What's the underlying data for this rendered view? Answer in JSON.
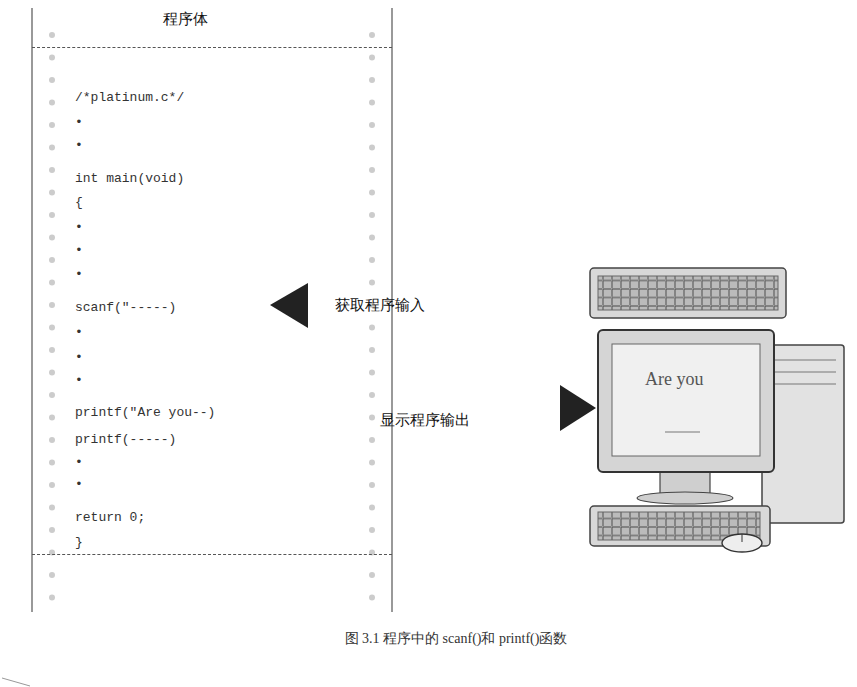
{
  "diagram": {
    "caption": "图 3.1 程序中的 scanf()和 printf()函数",
    "nodes": [
      {
        "text": [
          "程序体",
          "/*platinum.c*/",
          "•",
          "•",
          "int main(void)",
          "{",
          "•",
          "•",
          "•",
          "scanf(\"-----)",
          "•",
          "•",
          "•",
          "printf(\"Are you--)",
          "printf(-----)",
          "•",
          "•",
          "return 0;",
          "}"
        ]
      },
      {
        "text": [
          "Are you"
        ]
      }
    ],
    "labels": [
      "获取程序输入",
      "显示程序输出"
    ]
  }
}
